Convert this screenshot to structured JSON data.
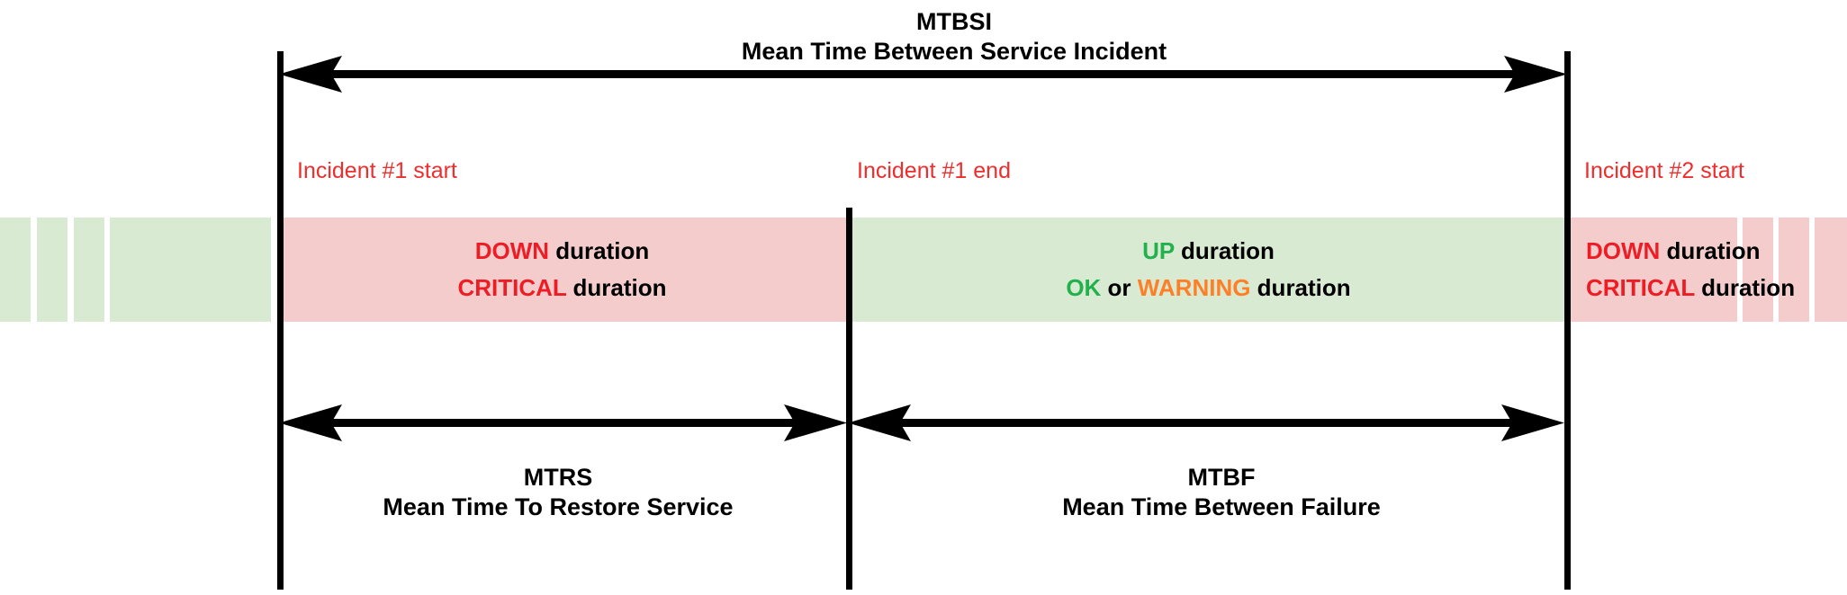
{
  "diagram": {
    "title": "MTBSI / MTRS / MTBF service incident timeline",
    "colors": {
      "down_bar": "#f4cccc",
      "up_bar": "#d9ead3",
      "red_keyword": "#ee1c25",
      "green_keyword": "#22b14c",
      "orange_keyword": "#ff7f27",
      "incident_label": "#ee2d2d",
      "line": "#000000"
    }
  },
  "measures": {
    "mtbsi": {
      "abbr": "MTBSI",
      "full": "Mean Time Between Service Incident"
    },
    "mtrs": {
      "abbr": "MTRS",
      "full": "Mean Time To Restore Service"
    },
    "mtbf": {
      "abbr": "MTBF",
      "full": "Mean Time Between Failure"
    }
  },
  "markers": {
    "incident1_start": "Incident #1 start",
    "incident1_end": "Incident #1 end",
    "incident2_start": "Incident #2 start"
  },
  "segments": {
    "down_1": {
      "line1": {
        "keyword": "DOWN",
        "rest": " duration"
      },
      "line2": {
        "keyword": "CRITICAL",
        "rest": " duration"
      }
    },
    "up_1": {
      "line1": {
        "keyword": "UP",
        "rest": " duration"
      },
      "line2": {
        "keyword_ok": "OK",
        "conjunction": " or ",
        "keyword_warning": "WARNING",
        "rest": " duration"
      }
    },
    "down_2": {
      "line1": {
        "keyword": "DOWN",
        "rest": " duration"
      },
      "line2": {
        "keyword": "CRITICAL",
        "rest": " duration"
      }
    }
  }
}
